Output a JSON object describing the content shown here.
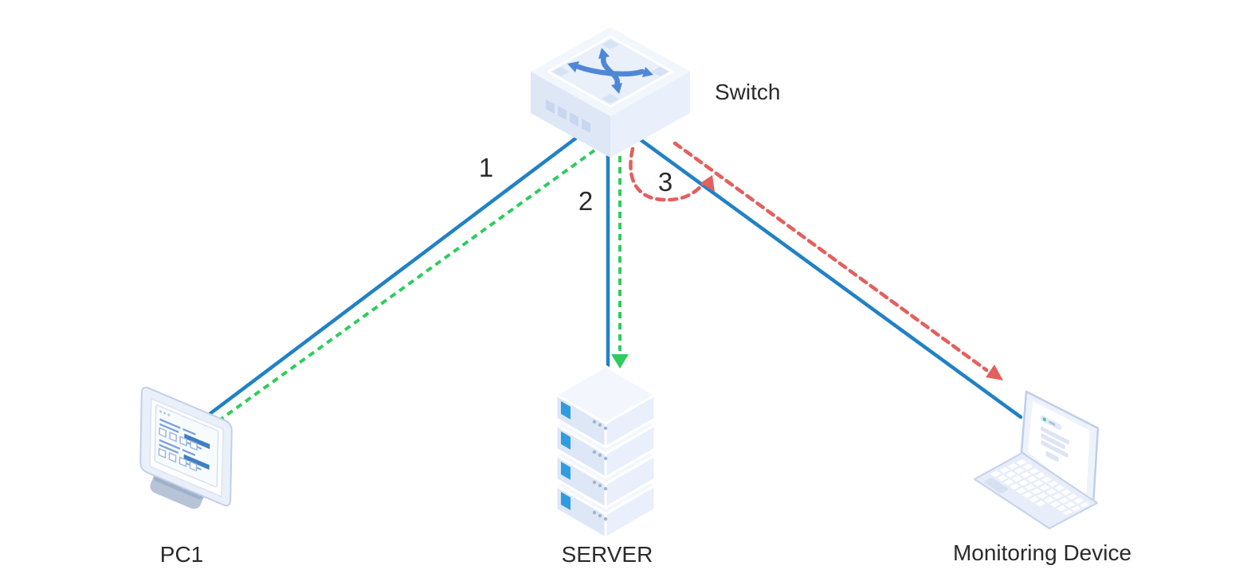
{
  "diagram": {
    "background": "#ffffff",
    "nodes": {
      "switch": {
        "label": "Switch",
        "icon": "network-switch-icon"
      },
      "pc1": {
        "label": "PC1",
        "icon": "desktop-computer-icon"
      },
      "server": {
        "label": "SERVER",
        "icon": "server-stack-icon"
      },
      "monitor": {
        "label": "Monitoring Device",
        "icon": "laptop-icon"
      }
    },
    "links": [
      {
        "from": "switch",
        "to": "pc1",
        "port_label": "1",
        "style": "solid",
        "color": "#2181c5"
      },
      {
        "from": "switch",
        "to": "server",
        "port_label": "2",
        "style": "solid",
        "color": "#2181c5"
      },
      {
        "from": "switch",
        "to": "monitor",
        "port_label": "3",
        "style": "solid",
        "color": "#2181c5"
      }
    ],
    "flows": [
      {
        "name": "source-traffic",
        "color": "#2ecc5e",
        "style": "dashed-arrow",
        "path": [
          "pc1",
          "switch",
          "server"
        ]
      },
      {
        "name": "mirrored-traffic",
        "color": "#e2605d",
        "style": "dashed-arrow",
        "path": [
          "switch",
          "monitor"
        ]
      }
    ],
    "colors": {
      "link_blue": "#2181c5",
      "flow_green": "#2ecc5e",
      "flow_red": "#e2605d",
      "label_text": "#2b2b2b"
    }
  }
}
